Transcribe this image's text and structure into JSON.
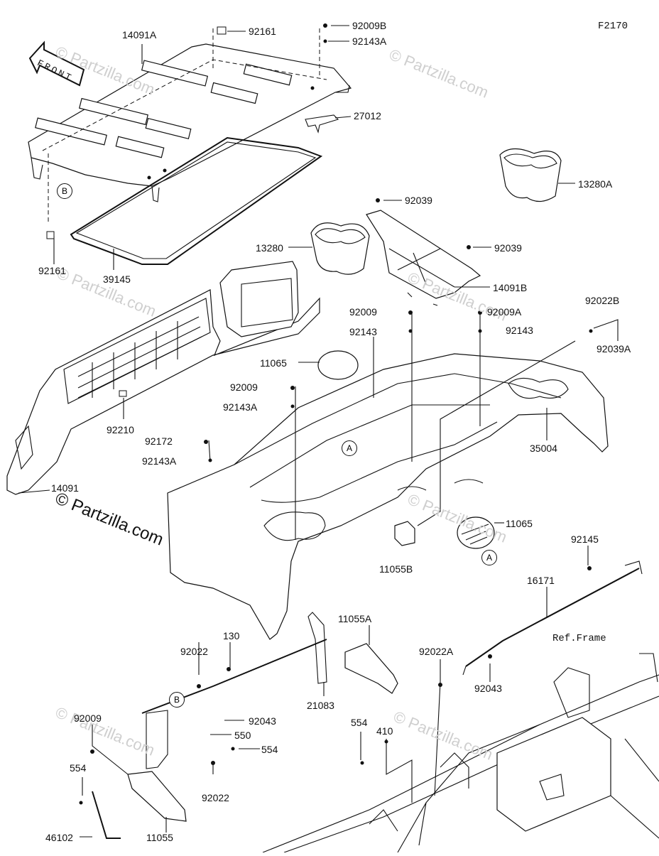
{
  "figure_code": "F2170",
  "front_label": "FRONT",
  "watermark": "© Partzilla.com",
  "reference_frame": "Ref.Frame",
  "callouts": {
    "b_top": "B",
    "b_bottom": "B",
    "a_left": "A",
    "a_right": "A"
  },
  "part_numbers": {
    "p14091A": "14091A",
    "p92161_top": "92161",
    "p92009B": "92009B",
    "p92143A_top": "92143A",
    "p27012": "27012",
    "p13280A": "13280A",
    "p92161_left": "92161",
    "p39145": "39145",
    "p92039_a": "92039",
    "p13280": "13280",
    "p92039_b": "92039",
    "p14091B": "14091B",
    "p92009_mid": "92009",
    "p92009A": "92009A",
    "p92022B": "92022B",
    "p92143_mid": "92143",
    "p92143_right": "92143",
    "p92039A": "92039A",
    "p11065_top": "11065",
    "p92009_left": "92009",
    "p92143A_mid": "92143A",
    "p92210": "92210",
    "p92172": "92172",
    "p92143A_low": "92143A",
    "p35004": "35004",
    "p14091": "14091",
    "p11065_low": "11065",
    "p11055B": "11055B",
    "p92145": "92145",
    "p16171": "16171",
    "p11055A": "11055A",
    "p92022": "92022",
    "p130": "130",
    "p92022A": "92022A",
    "p92043_right": "92043",
    "p21083": "21083",
    "p92009_bottom": "92009",
    "p92043_left": "92043",
    "p550": "550",
    "p554_right": "554",
    "p410": "410",
    "p554_mid": "554",
    "p554_left": "554",
    "p92022_bottom": "92022",
    "p46102": "46102",
    "p11055": "11055"
  }
}
